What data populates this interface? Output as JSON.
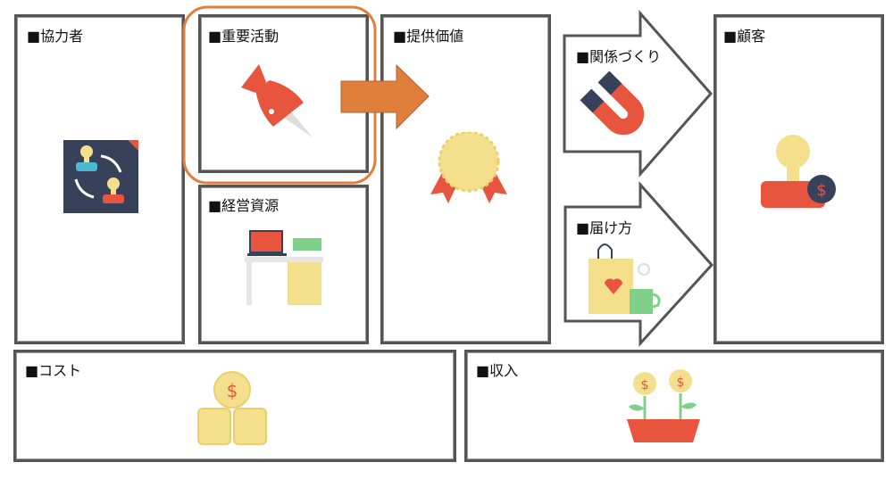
{
  "blocks": {
    "partners": "■協力者",
    "activities": "■重要活動",
    "resources": "■経営資源",
    "value": "■提供価値",
    "relationships": "■関係づくり",
    "channels": "■届け方",
    "customers": "■顧客",
    "cost": "■コスト",
    "revenue": "■収入"
  },
  "colors": {
    "highlight": "#E07E3C",
    "border": "#555555",
    "red": "#E8553F",
    "navy": "#37415A",
    "yellow": "#F4E08C"
  }
}
